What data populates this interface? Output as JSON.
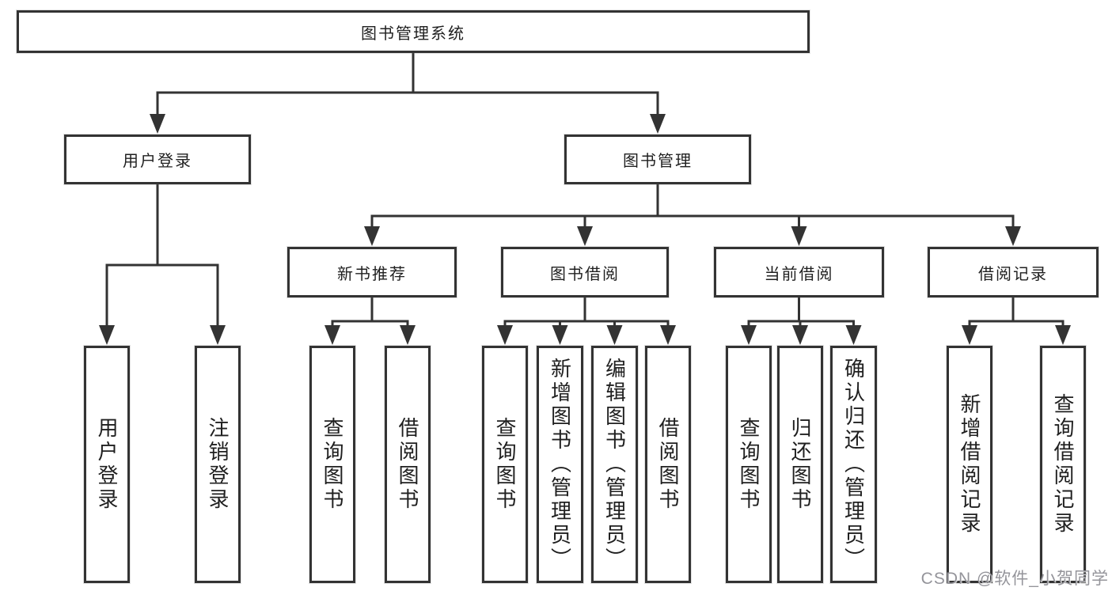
{
  "diagram": {
    "colors": {
      "background": "#ffffff",
      "line": "#333333",
      "box_border": "#333333",
      "box_fill": "#ffffff",
      "text": "#1f1f1f"
    },
    "nodes": [
      {
        "id": "root",
        "label": "图书管理系统",
        "parent": null
      },
      {
        "id": "user-login",
        "label": "用户登录",
        "parent": "root"
      },
      {
        "id": "book-mgmt",
        "label": "图书管理",
        "parent": "root"
      },
      {
        "id": "leaf-user-login",
        "label": "用户登录",
        "parent": "user-login"
      },
      {
        "id": "leaf-logout",
        "label": "注销登录",
        "parent": "user-login"
      },
      {
        "id": "new-book-rec",
        "label": "新书推荐",
        "parent": "book-mgmt"
      },
      {
        "id": "book-borrow",
        "label": "图书借阅",
        "parent": "book-mgmt"
      },
      {
        "id": "current-borrow",
        "label": "当前借阅",
        "parent": "book-mgmt"
      },
      {
        "id": "borrow-records",
        "label": "借阅记录",
        "parent": "book-mgmt"
      },
      {
        "id": "rec-query-book",
        "label": "查询图书",
        "parent": "new-book-rec"
      },
      {
        "id": "rec-borrow-book",
        "label": "借阅图书",
        "parent": "new-book-rec"
      },
      {
        "id": "bb-query-book",
        "label": "查询图书",
        "parent": "book-borrow"
      },
      {
        "id": "bb-add-book",
        "label": "新增图书（管理员）",
        "parent": "book-borrow"
      },
      {
        "id": "bb-edit-book",
        "label": "编辑图书（管理员）",
        "parent": "book-borrow"
      },
      {
        "id": "bb-borrow-book",
        "label": "借阅图书",
        "parent": "book-borrow"
      },
      {
        "id": "cb-query-book",
        "label": "查询图书",
        "parent": "current-borrow"
      },
      {
        "id": "cb-return-book",
        "label": "归还图书",
        "parent": "current-borrow"
      },
      {
        "id": "cb-confirm-return",
        "label": "确认归还（管理员）",
        "parent": "current-borrow"
      },
      {
        "id": "br-add-record",
        "label": "新增借阅记录",
        "parent": "borrow-records"
      },
      {
        "id": "br-query-record",
        "label": "查询借阅记录",
        "parent": "borrow-records"
      }
    ]
  },
  "watermark": {
    "text": "CSDN @软件_小贺同学",
    "color": "#94949a"
  }
}
